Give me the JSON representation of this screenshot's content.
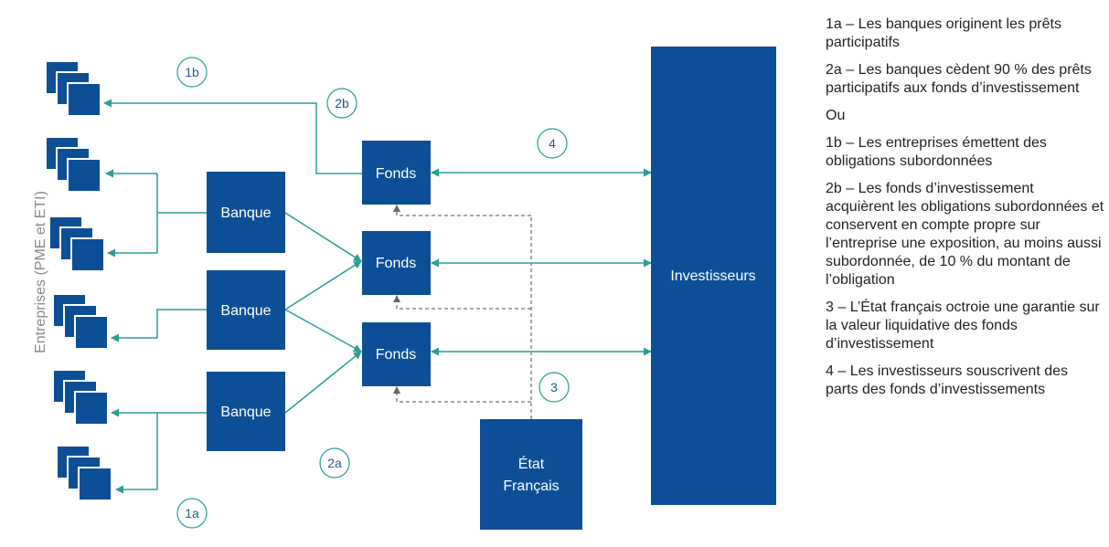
{
  "side_label": "Entreprises (PME et ETI)",
  "nodes": {
    "banque": "Banque",
    "fonds": "Fonds",
    "investisseurs": "Investisseurs",
    "etat_line1": "État",
    "etat_line2": "Français"
  },
  "badges": {
    "b1a": "1a",
    "b1b": "1b",
    "b2a": "2a",
    "b2b": "2b",
    "b3": "3",
    "b4": "4"
  },
  "legend": [
    "1a – Les banques originent les prêts participatifs",
    "2a – Les banques cèdent 90 % des prêts participatifs aux fonds d’investissement",
    "Ou",
    "1b – Les entreprises émettent des obligations subordonnées",
    "2b – Les fonds d’investissement acquièrent les obligations subordonnées et conservent en compte propre sur l’entreprise une exposition, au moins aussi subordonnée, de 10 % du montant de l’obligation",
    "3 – L’État français octroie une garantie sur la valeur liquidative des fonds d’investissement",
    "4 – Les investisseurs souscrivent des parts des fonds d’investissements"
  ],
  "colors": {
    "box_fill": "#0d4f97",
    "arrow": "#2a9d96",
    "dashed": "#888888",
    "badge_stroke": "#2a9d96"
  }
}
